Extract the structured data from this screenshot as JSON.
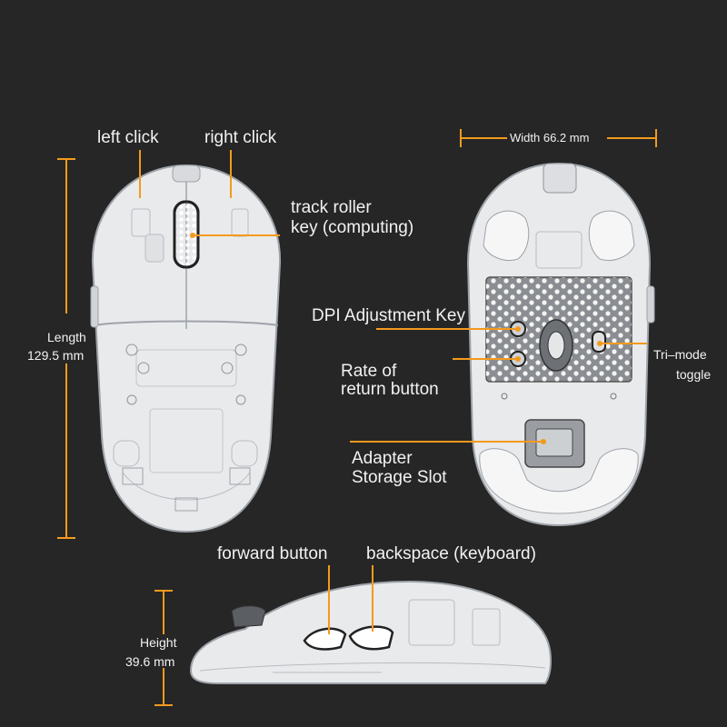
{
  "colors": {
    "background": "#262626",
    "accent": "#f39a1e",
    "mouse_fill": "#e9eaec",
    "outline": "#b8bcc2"
  },
  "top_view": {
    "left_click": "left click",
    "right_click": "right click",
    "track_roller_line1": "track roller",
    "track_roller_line2": "key (computing)",
    "length_label": "Length",
    "length_value": "129.5 mm"
  },
  "bottom_view": {
    "width_label": "Width 66.2 mm",
    "dpi_key": "DPI Adjustment Key",
    "rate_line1": "Rate of",
    "rate_line2": "return button",
    "tri_mode_line1": "Tri–mode",
    "tri_mode_line2": "toggle",
    "adapter_line1": "Adapter",
    "adapter_line2": "Storage Slot"
  },
  "side_view": {
    "forward_button": "forward button",
    "backspace_button": "backspace (keyboard)",
    "height_label": "Height",
    "height_value": "39.6 mm"
  },
  "icons": [
    "mouse-top-view-illustration",
    "mouse-bottom-view-illustration",
    "mouse-side-view-illustration"
  ]
}
